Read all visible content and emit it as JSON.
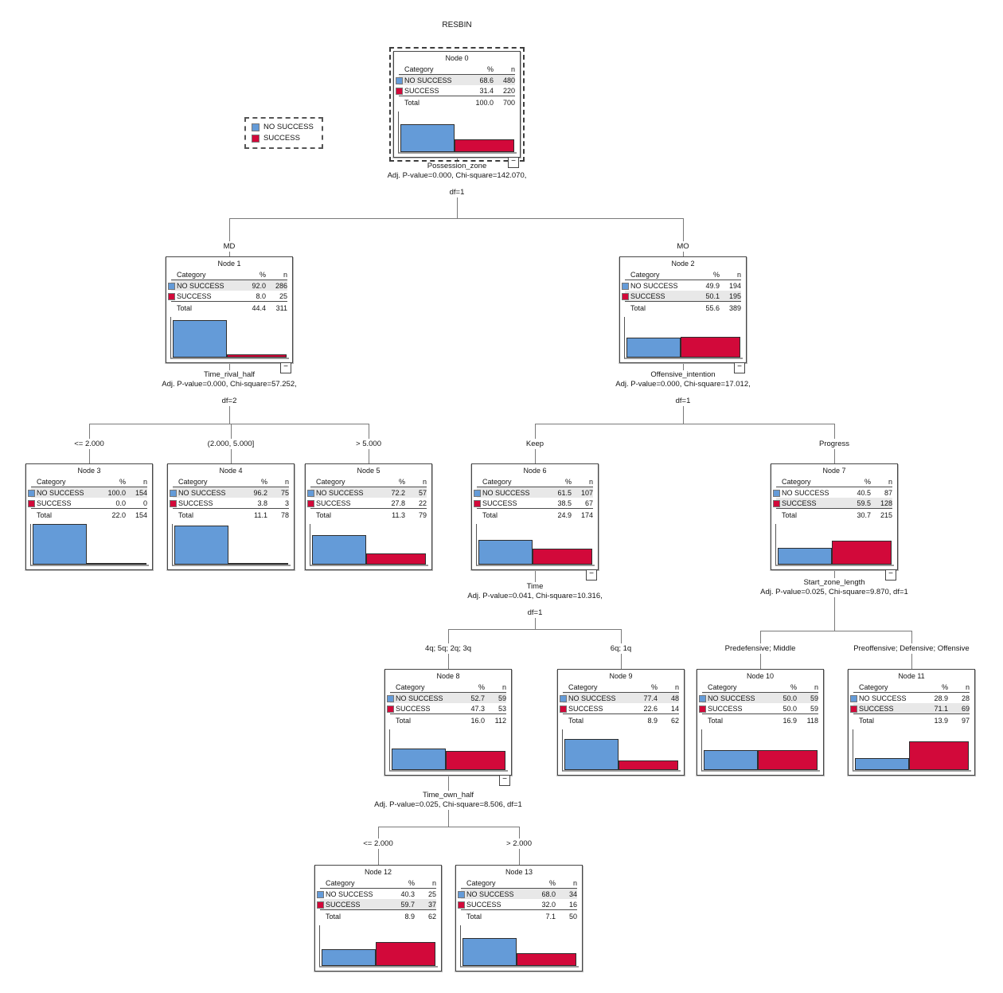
{
  "title": "RESBIN",
  "legend": [
    "NO SUCCESS",
    "SUCCESS"
  ],
  "columns": {
    "category": "Category",
    "pct": "%",
    "n": "n"
  },
  "total_label": "Total",
  "collapse_glyph": "−",
  "colors": {
    "no_success": "#649bd8",
    "success": "#d2093a",
    "highlight_row": "#e8e8e8"
  },
  "nodes": [
    {
      "title": "Node 0",
      "rows": [
        {
          "label": "NO SUCCESS",
          "pct": "68.6",
          "n": "480",
          "highlight": true
        },
        {
          "label": "SUCCESS",
          "pct": "31.4",
          "n": "220",
          "highlight": false
        }
      ],
      "total": {
        "pct": "100.0",
        "n": "700"
      }
    },
    {
      "title": "Node 1",
      "rows": [
        {
          "label": "NO SUCCESS",
          "pct": "92.0",
          "n": "286",
          "highlight": true
        },
        {
          "label": "SUCCESS",
          "pct": "8.0",
          "n": "25",
          "highlight": false
        }
      ],
      "total": {
        "pct": "44.4",
        "n": "311"
      }
    },
    {
      "title": "Node 2",
      "rows": [
        {
          "label": "NO SUCCESS",
          "pct": "49.9",
          "n": "194",
          "highlight": false
        },
        {
          "label": "SUCCESS",
          "pct": "50.1",
          "n": "195",
          "highlight": true
        }
      ],
      "total": {
        "pct": "55.6",
        "n": "389"
      }
    },
    {
      "title": "Node 3",
      "rows": [
        {
          "label": "NO SUCCESS",
          "pct": "100.0",
          "n": "154",
          "highlight": true
        },
        {
          "label": "SUCCESS",
          "pct": "0.0",
          "n": "0",
          "highlight": false
        }
      ],
      "total": {
        "pct": "22.0",
        "n": "154"
      }
    },
    {
      "title": "Node 4",
      "rows": [
        {
          "label": "NO SUCCESS",
          "pct": "96.2",
          "n": "75",
          "highlight": true
        },
        {
          "label": "SUCCESS",
          "pct": "3.8",
          "n": "3",
          "highlight": false
        }
      ],
      "total": {
        "pct": "11.1",
        "n": "78"
      }
    },
    {
      "title": "Node 5",
      "rows": [
        {
          "label": "NO SUCCESS",
          "pct": "72.2",
          "n": "57",
          "highlight": true
        },
        {
          "label": "SUCCESS",
          "pct": "27.8",
          "n": "22",
          "highlight": false
        }
      ],
      "total": {
        "pct": "11.3",
        "n": "79"
      }
    },
    {
      "title": "Node 6",
      "rows": [
        {
          "label": "NO SUCCESS",
          "pct": "61.5",
          "n": "107",
          "highlight": true
        },
        {
          "label": "SUCCESS",
          "pct": "38.5",
          "n": "67",
          "highlight": false
        }
      ],
      "total": {
        "pct": "24.9",
        "n": "174"
      }
    },
    {
      "title": "Node 7",
      "rows": [
        {
          "label": "NO SUCCESS",
          "pct": "40.5",
          "n": "87",
          "highlight": false
        },
        {
          "label": "SUCCESS",
          "pct": "59.5",
          "n": "128",
          "highlight": true
        }
      ],
      "total": {
        "pct": "30.7",
        "n": "215"
      }
    },
    {
      "title": "Node 8",
      "rows": [
        {
          "label": "NO SUCCESS",
          "pct": "52.7",
          "n": "59",
          "highlight": true
        },
        {
          "label": "SUCCESS",
          "pct": "47.3",
          "n": "53",
          "highlight": false
        }
      ],
      "total": {
        "pct": "16.0",
        "n": "112"
      }
    },
    {
      "title": "Node 9",
      "rows": [
        {
          "label": "NO SUCCESS",
          "pct": "77.4",
          "n": "48",
          "highlight": true
        },
        {
          "label": "SUCCESS",
          "pct": "22.6",
          "n": "14",
          "highlight": false
        }
      ],
      "total": {
        "pct": "8.9",
        "n": "62"
      }
    },
    {
      "title": "Node 10",
      "rows": [
        {
          "label": "NO SUCCESS",
          "pct": "50.0",
          "n": "59",
          "highlight": true
        },
        {
          "label": "SUCCESS",
          "pct": "50.0",
          "n": "59",
          "highlight": false
        }
      ],
      "total": {
        "pct": "16.9",
        "n": "118"
      }
    },
    {
      "title": "Node 11",
      "rows": [
        {
          "label": "NO SUCCESS",
          "pct": "28.9",
          "n": "28",
          "highlight": false
        },
        {
          "label": "SUCCESS",
          "pct": "71.1",
          "n": "69",
          "highlight": true
        }
      ],
      "total": {
        "pct": "13.9",
        "n": "97"
      }
    },
    {
      "title": "Node 12",
      "rows": [
        {
          "label": "NO SUCCESS",
          "pct": "40.3",
          "n": "25",
          "highlight": false
        },
        {
          "label": "SUCCESS",
          "pct": "59.7",
          "n": "37",
          "highlight": true
        }
      ],
      "total": {
        "pct": "8.9",
        "n": "62"
      }
    },
    {
      "title": "Node 13",
      "rows": [
        {
          "label": "NO SUCCESS",
          "pct": "68.0",
          "n": "34",
          "highlight": true
        },
        {
          "label": "SUCCESS",
          "pct": "32.0",
          "n": "16",
          "highlight": false
        }
      ],
      "total": {
        "pct": "7.1",
        "n": "50"
      }
    }
  ],
  "splits": [
    {
      "variable": "Possession_zone",
      "stats": "Adj. P-value=0.000, Chi-square=142.070,",
      "df": "df=1"
    },
    {
      "variable": "Time_rival_half",
      "stats": "Adj. P-value=0.000, Chi-square=57.252,",
      "df": "df=2"
    },
    {
      "variable": "Offensive_intention",
      "stats": "Adj. P-value=0.000, Chi-square=17.012,",
      "df": "df=1"
    },
    {
      "variable": "Time",
      "stats": "Adj. P-value=0.041, Chi-square=10.316,",
      "df": "df=1"
    },
    {
      "variable": "Start_zone_length",
      "stats": "Adj. P-value=0.025, Chi-square=9.870, df=1"
    },
    {
      "variable": "Time_own_half",
      "stats": "Adj. P-value=0.025, Chi-square=8.506, df=1"
    }
  ],
  "branches": [
    "MD",
    "MO",
    "<= 2.000",
    "(2.000, 5.000]",
    "> 5.000",
    "Keep",
    "Progress",
    "4q; 5q; 2q; 3q",
    "6q; 1q",
    "Predefensive; Middle",
    "Preoffensive; Defensive; Offensive",
    "<= 2.000",
    "> 2.000"
  ]
}
